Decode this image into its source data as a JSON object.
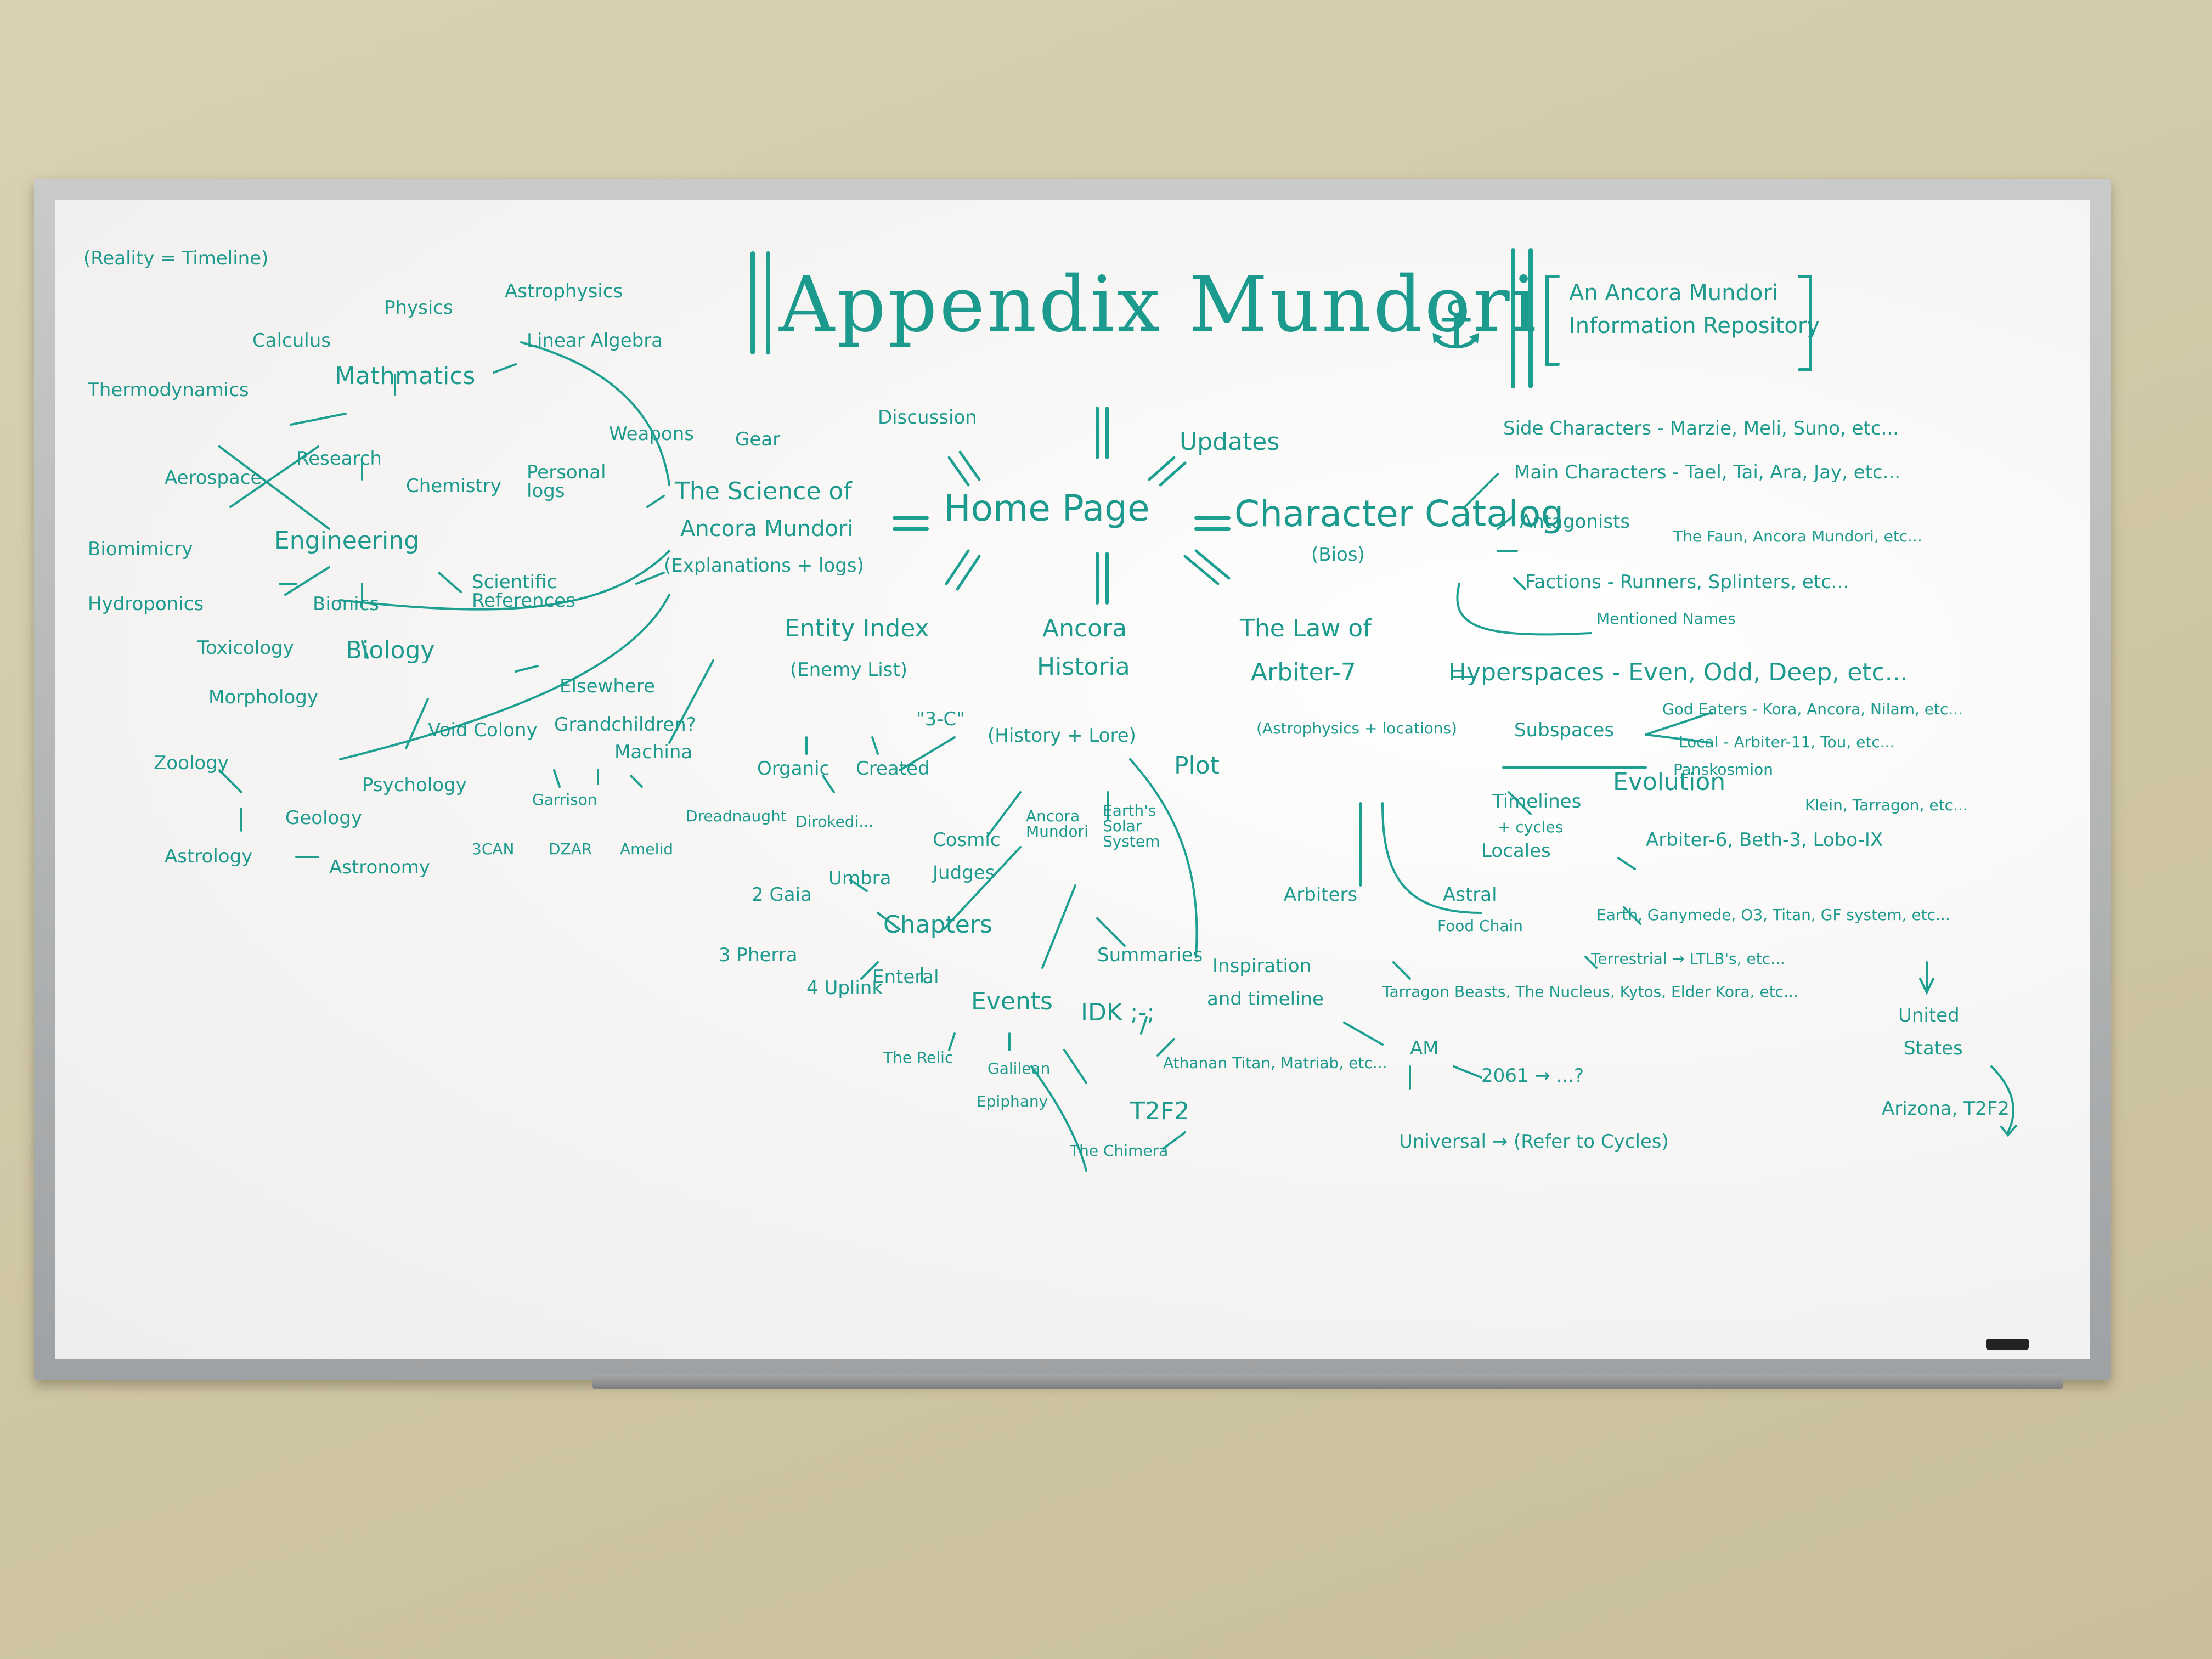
{
  "board": {
    "reality_note": "(Reality = Timeline)",
    "title": "Appendix Mundori",
    "subtitle_line1": "An Ancora Mundori",
    "subtitle_line2": "Information Repository",
    "anchor_icon": "anchor-icon",
    "ink_color": "#1c9a8d"
  },
  "left": {
    "physics": "Physics",
    "astrophysics": "Astrophysics",
    "calculus": "Calculus",
    "linear_algebra": "Linear Algebra",
    "thermodynamics": "Thermodynamics",
    "mathematics": "Mathmatics",
    "aerospace": "Aerospace",
    "research": "Research",
    "chemistry": "Chemistry",
    "personal_logs": "Personal logs",
    "weapons": "Weapons",
    "gear": "Gear",
    "biomimicry": "Biomimicry",
    "engineering": "Engineering",
    "hydroponics": "Hydroponics",
    "bionics": "Bionics",
    "scientific_references": "Scientific References",
    "toxicology": "Toxicology",
    "biology": "Biology",
    "morphology": "Morphology",
    "zoology": "Zoology",
    "geology": "Geology",
    "psychology": "Psychology",
    "astrology": "Astrology",
    "astronomy": "Astronomy",
    "elsewhere": "Elsewhere",
    "void_colony": "Void Colony",
    "grandchildren": "Grandchildren?",
    "machina": "Machina",
    "garrison": "Garrison",
    "scan": "3CAN",
    "dzar": "DZAR",
    "amelid": "Amelid"
  },
  "center": {
    "science_of": "The Science of",
    "ancora_mundori": "Ancora Mundori",
    "explanations": "(Explanations + logs)",
    "discussion": "Discussion",
    "home_page": "Home Page",
    "updates": "Updates",
    "entity_index": "Entity Index",
    "enemy_list": "(Enemy List)",
    "three_c": "\"3-C\"",
    "organic": "Organic",
    "created": "Created",
    "dreadnaught": "Dreadnaught",
    "dirokedi": "Dirokedi...",
    "ancora_historia_1": "Ancora",
    "ancora_historia_2": "Historia",
    "history_lore": "(History + Lore)",
    "plot": "Plot",
    "cosmic": "Cosmic",
    "judges": "Judges",
    "ancora_mundori_short": "Ancora Mundori",
    "earths_solar": "Earth's Solar System",
    "umbra": "Umbra",
    "gaia": "2 Gaia",
    "chapters": "Chapters",
    "pherra": "3 Pherra",
    "uplink": "4 Uplink",
    "enteral": "Enteral",
    "summaries": "Summaries",
    "events": "Events",
    "idk": "IDK ;-;",
    "the_relic": "The Relic",
    "galilean": "Galilean",
    "epiphany": "Epiphany",
    "t2f2": "T2F2",
    "the_chimera": "The Chimera",
    "inspiration": "Inspiration",
    "and_timeline": "and timeline",
    "athanan": "Athanan Titan, Matriab, etc...",
    "am": "AM",
    "year_2061": "2061 → ...?",
    "universal": "Universal → (Refer to Cycles)"
  },
  "right": {
    "character_catalog": "Character Catalog",
    "bios": "(Bios)",
    "side_characters": "Side Characters - Marzie, Meli, Suno, etc...",
    "main_characters": "Main Characters - Tael, Tai, Ara, Jay, etc...",
    "antagonists": "Antagonists",
    "antagonists_detail": "The Faun, Ancora Mundori, etc...",
    "factions": "Factions - Runners, Splinters, etc...",
    "mentioned_names": "Mentioned Names",
    "law_of_1": "The Law of",
    "law_of_2": "Arbiter-7",
    "astrophysics_locations": "(Astrophysics + locations)",
    "hyperspaces": "Hyperspaces - Even, Odd, Deep, etc...",
    "god_eaters": "God Eaters - Kora, Ancora, Nilam, etc...",
    "subspaces": "Subspaces",
    "local": "Local - Arbiter-11, Tou, etc...",
    "panskosmion": "Panskosmion",
    "klein": "Klein, Tarragon, etc...",
    "evolution": "Evolution",
    "timelines": "Timelines",
    "cycles": "+ cycles",
    "arbiter_list": "Arbiter-6, Beth-3, Lobo-IX",
    "locales": "Locales",
    "arbiters": "Arbiters",
    "astral": "Astral",
    "earth_list": "Earth, Ganymede, O3, Titan, GF system, etc...",
    "food_chain": "Food Chain",
    "terrestrial": "Terrestrial → LTLB's, etc...",
    "tarragon": "Tarragon Beasts, The Nucleus, Kytos, Elder Kora, etc...",
    "united_1": "United",
    "united_2": "States",
    "arizona": "Arizona, T2F2"
  }
}
